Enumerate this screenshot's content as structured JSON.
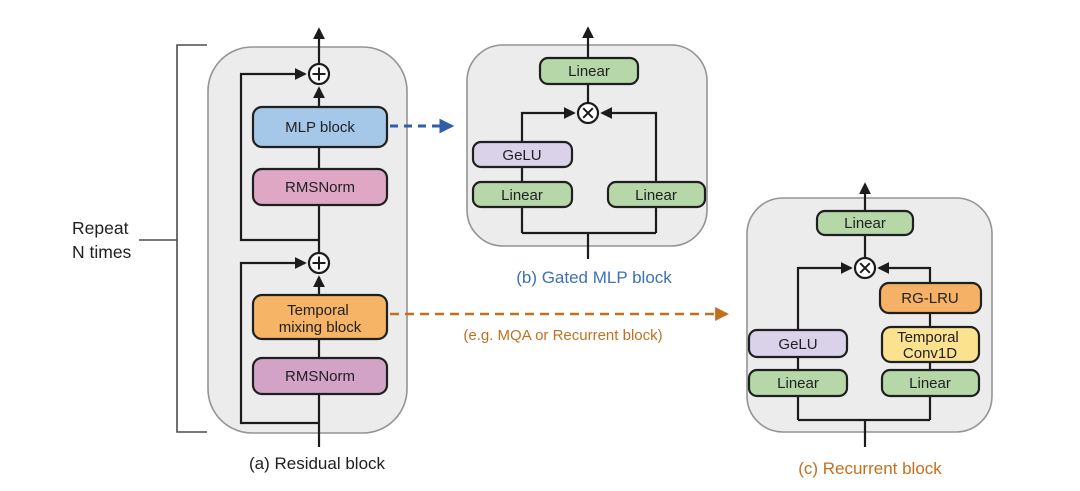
{
  "figure": {
    "repeat": {
      "line1": "Repeat",
      "line2": "N times"
    },
    "residual_block": {
      "caption": "(a) Residual block",
      "mlp": "MLP block",
      "rmsnorm_top": "RMSNorm",
      "temporal_mixing": {
        "line1": "Temporal",
        "line2": "mixing block"
      },
      "rmsnorm_bottom": "RMSNorm"
    },
    "gated_mlp_block": {
      "caption": "(b) Gated MLP block",
      "linear_out": "Linear",
      "gelu": "GeLU",
      "linear_left": "Linear",
      "linear_right": "Linear"
    },
    "recurrent_block": {
      "caption": "(c) Recurrent block",
      "linear_out": "Linear",
      "gelu": "GeLU",
      "linear_left": "Linear",
      "rg_lru": "RG-LRU",
      "temporal_conv": {
        "line1": "Temporal",
        "line2": "Conv1D"
      },
      "linear_right": "Linear"
    },
    "annotations": {
      "temporal_note": "(e.g. MQA or Recurrent block)"
    },
    "icons": {
      "add_operator": "circled-plus",
      "multiply_operator": "circled-times",
      "arrow_up": "arrowhead-up",
      "dashed_arrow_blue": "dashed-arrow-right-blue",
      "dashed_arrow_orange": "dashed-arrow-right-orange"
    },
    "colors": {
      "container_gray": "#ececec",
      "mlp_blue": "#a6c8e8",
      "rmsnorm_pink_top": "#dfa7c3",
      "rmsnorm_pink_bottom": "#d2a3c7",
      "temporal_mixing_orange": "#f6b467",
      "linear_green": "#b6d7a8",
      "gelu_purple": "#d9d2e9",
      "rg_lru_orange": "#f5b266",
      "temporal_conv_yellow": "#fbe28f",
      "caption_blue": "#3e71b5",
      "caption_orange": "#c2701f",
      "wire_black": "#1c1c1c"
    }
  }
}
